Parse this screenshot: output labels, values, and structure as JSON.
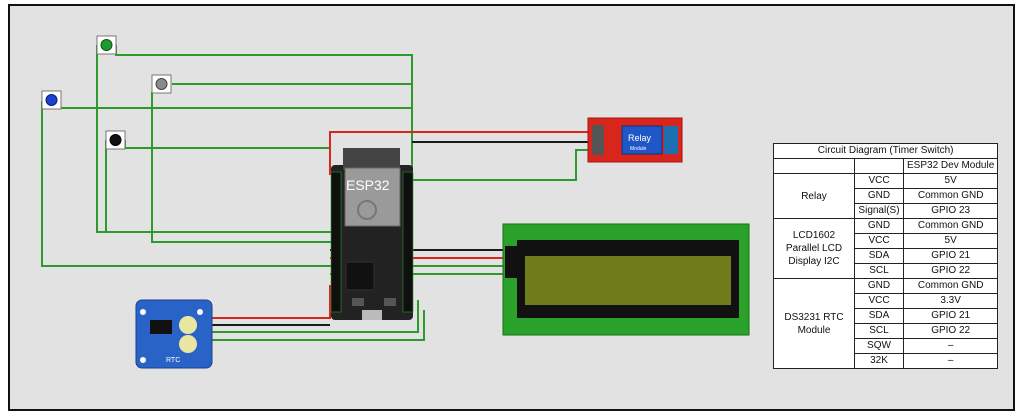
{
  "esp32": {
    "label": "ESP32"
  },
  "relay": {
    "label": "Relay",
    "sublabel": "Module"
  },
  "rtc": {
    "label": "RTC"
  },
  "table": {
    "title": "Circuit Diagram (Timer Switch)",
    "column_header": "ESP32 Dev Module",
    "groups": [
      {
        "name": "Relay",
        "rows": [
          {
            "pin": "VCC",
            "gpio": "5V"
          },
          {
            "pin": "GND",
            "gpio": "Common GND"
          },
          {
            "pin": "Signal(S)",
            "gpio": "GPIO 23"
          }
        ]
      },
      {
        "name": "LCD1602 Parallel LCD Display I2C",
        "name_lines": [
          "LCD1602",
          "Parallel LCD",
          "Display I2C"
        ],
        "rows": [
          {
            "pin": "GND",
            "gpio": "Common GND"
          },
          {
            "pin": "VCC",
            "gpio": "5V"
          },
          {
            "pin": "SDA",
            "gpio": "GPIO 21"
          },
          {
            "pin": "SCL",
            "gpio": "GPIO 22"
          }
        ]
      },
      {
        "name": "DS3231 RTC Module",
        "name_lines": [
          "DS3231 RTC",
          "Module"
        ],
        "rows": [
          {
            "pin": "GND",
            "gpio": "Common GND"
          },
          {
            "pin": "VCC",
            "gpio": "3.3V"
          },
          {
            "pin": "SDA",
            "gpio": "GPIO 21"
          },
          {
            "pin": "SCL",
            "gpio": "GPIO 22"
          },
          {
            "pin": "SQW",
            "gpio": "–"
          },
          {
            "pin": "32K",
            "gpio": "–"
          }
        ]
      }
    ]
  },
  "colors": {
    "wire_green": "#2e9a2e",
    "wire_red": "#d9261c",
    "wire_black": "#1a1a1a",
    "lcd_green": "#2aa22a",
    "lcd_screen": "#6e7d1a",
    "relay_red": "#d9261c",
    "rtc_blue": "#2a63c8"
  }
}
